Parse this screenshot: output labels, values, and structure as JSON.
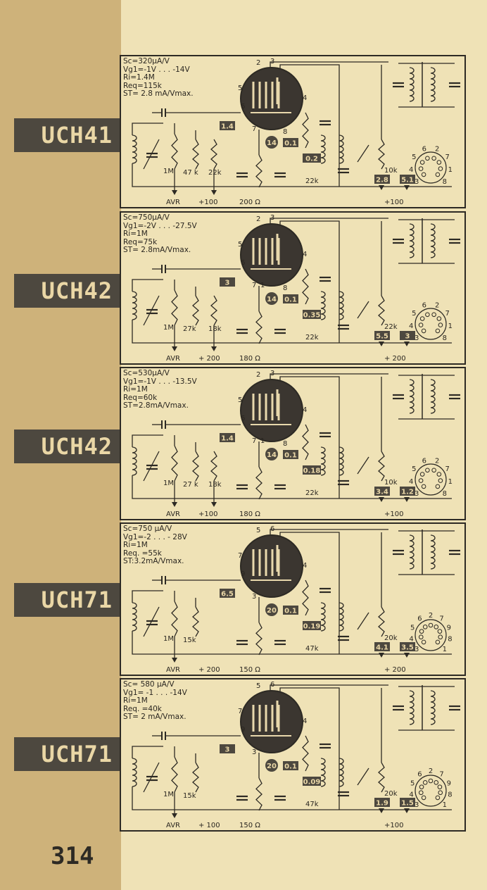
{
  "page_number": "314",
  "panels": [
    {
      "tube": "UCH41",
      "params": [
        "Sc=320μA/V",
        "Vg1=-1V . . . -14V",
        "Ri=1.4M",
        "Req=115k",
        "ST= 2.8 mA/Vmax."
      ],
      "pins": {
        "a": "2",
        "b": "3",
        "c": "5",
        "d": "6",
        "e": "4",
        "f": "7",
        "g": "8"
      },
      "values": {
        "grid_box": "1.4",
        "cathode_circle": "14",
        "cath_box": "0.1",
        "screen_box": "0.2",
        "res_mid": "22k",
        "r1": "1M",
        "r2": "47 k",
        "r3": "22k",
        "r_out": "10k",
        "box_a": "2.8",
        "box_b": "5.1",
        "foot1": "AVR",
        "foot2": "+100",
        "foot3": "200 Ω",
        "foot4": "+100"
      },
      "socket_pins": [
        "3",
        "4",
        "5",
        "6",
        "2",
        "7",
        "1",
        "8"
      ]
    },
    {
      "tube": "UCH42",
      "params": [
        "Sc=750μA/V",
        "Vg1=-2V . . . -27.5V",
        "Ri=1M",
        "Req=75k",
        "ST= 2.8mA/Vmax."
      ],
      "pins": {
        "a": "2",
        "b": "3",
        "c": "5",
        "d": "6",
        "e": "4",
        "f": "7",
        "g": "8",
        "h": "1"
      },
      "values": {
        "grid_box": "3",
        "cathode_circle": "14",
        "cath_box": "0.1",
        "screen_box": "0.35",
        "res_mid": "22k",
        "r1": "1M",
        "r2": "27k",
        "r3": "18k",
        "r_out": "22k",
        "box_a": "5.5",
        "box_b": "3",
        "foot1": "AVR",
        "foot2": "+ 200",
        "foot3": "180 Ω",
        "foot4": "+ 200"
      },
      "socket_pins": [
        "3",
        "4",
        "5",
        "6",
        "2",
        "7",
        "1",
        "8"
      ]
    },
    {
      "tube": "UCH42",
      "params": [
        "Sc=530μA/V",
        "Vg1=-1V . . . -13.5V",
        "Ri=1M",
        "Req=60k",
        "ST=2.8mA/Vmax."
      ],
      "pins": {
        "a": "2",
        "b": "3",
        "c": "5",
        "d": "6",
        "e": "4",
        "f": "7",
        "g": "8",
        "h": "1"
      },
      "values": {
        "grid_box": "1.4",
        "cathode_circle": "14",
        "cath_box": "0.1",
        "screen_box": "0.18",
        "res_mid": "22k",
        "r1": "1M",
        "r2": "27 k",
        "r3": "18k",
        "r_out": "10k",
        "box_a": "3.4",
        "box_b": "1.2",
        "foot1": "AVR",
        "foot2": "+100",
        "foot3": "180 Ω",
        "foot4": "+100"
      },
      "socket_pins": [
        "3",
        "4",
        "5",
        "6",
        "2",
        "7",
        "1",
        "8"
      ]
    },
    {
      "tube": "UCH71",
      "params": [
        "Sc=750 μA/V",
        "Vg1=-2 . . . - 28V",
        "Ri=1M",
        "Req. =55k",
        "ST:3.2mA/Vmax."
      ],
      "pins": {
        "a": "5",
        "b": "6",
        "c": "7",
        "d": "9",
        "e": "4",
        "f": "3"
      },
      "values": {
        "grid_box": "6.5",
        "cathode_circle": "20",
        "cath_box": "0.1",
        "screen_box": "0.19",
        "res_mid": "47k",
        "r1": "1M",
        "r2": "15k",
        "r_out": "20k",
        "box_a": "4.1",
        "box_b": "3.5",
        "foot1": "AVR",
        "foot2": "+ 200",
        "foot3": "150 Ω",
        "foot4": "+ 200"
      },
      "socket_pins": [
        "3",
        "4",
        "5",
        "6",
        "2",
        "7",
        "9",
        "8",
        "1"
      ]
    },
    {
      "tube": "UCH71",
      "params": [
        "Sc= 580 μA/V",
        "Vg1= -1 . . . -14V",
        "Ri=1M",
        "Req. =40k",
        "ST= 2 mA/Vmax."
      ],
      "pins": {
        "a": "5",
        "b": "6",
        "c": "7",
        "d": "9",
        "e": "4",
        "f": "3"
      },
      "values": {
        "grid_box": "3",
        "cathode_circle": "20",
        "cath_box": "0.1",
        "screen_box": "0.09",
        "res_mid": "47k",
        "r1": "1M",
        "r2": "15k",
        "r_out": "20k",
        "box_a": "1.9",
        "box_b": "1.5",
        "foot1": "AVR",
        "foot2": "+ 100",
        "foot3": "150 Ω",
        "foot4": "+100"
      },
      "socket_pins": [
        "3",
        "4",
        "5",
        "6",
        "2",
        "7",
        "9",
        "8",
        "1"
      ]
    }
  ]
}
